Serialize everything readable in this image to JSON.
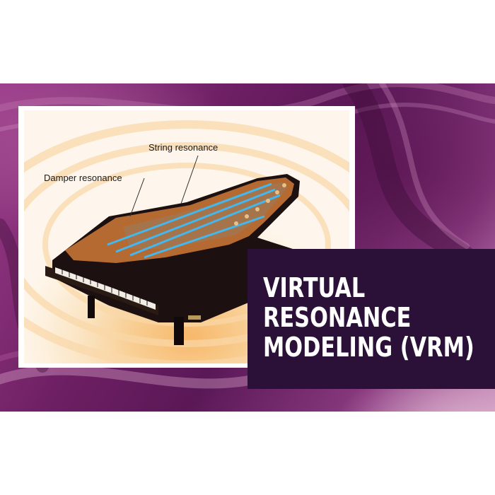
{
  "image": {
    "description_free": true
  },
  "callouts": {
    "string_resonance": "String resonance",
    "damper_resonance": "Damper resonance"
  },
  "title": {
    "line1": "VIRTUAL",
    "line2": "RESONANCE",
    "line3": "MODELING (VRM)"
  },
  "colors": {
    "title_box": "#2b1138",
    "title_text": "#ffffff",
    "background_purple": "#6d1f63"
  }
}
